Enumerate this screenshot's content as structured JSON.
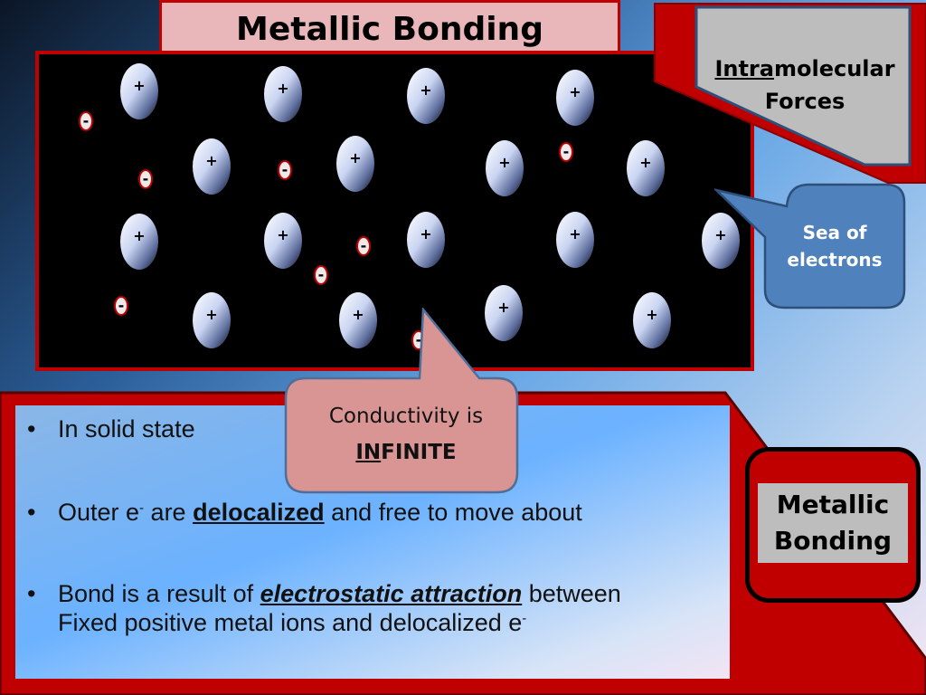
{
  "slide_title": "Metallic Bonding",
  "lattice": {
    "cation_symbol": "+",
    "electron_symbol": "-"
  },
  "tag": {
    "line1_underlined": "Intra",
    "line1_rest": "molecular",
    "line2": "Forces"
  },
  "sea_callout": {
    "line1": "Sea of",
    "line2": "electrons"
  },
  "conductivity_callout": {
    "line1": "Conductivity is",
    "word_underlined": "IN",
    "word_rest": "FINITE"
  },
  "bullets": {
    "b1": "In solid state",
    "b2_pre": "Outer e",
    "b2_sup": "-",
    "b2_mid": " are ",
    "b2_em": "delocalized",
    "b2_post": " and free to move about",
    "b3_pre": "Bond is a result of ",
    "b3_em": "electrostatic attraction",
    "b3_post": " between",
    "b3_line2": "Fixed positive metal ions and delocalized e",
    "b3_sup": "-"
  },
  "side_label": {
    "line1": "Metallic",
    "line2": "Bonding"
  },
  "colors": {
    "red": "#c00000",
    "title_fill": "#e9b6b9",
    "callout_blue": "#4f81bd",
    "callout_pink": "#d99594",
    "tag_grey": "#bdbdbd"
  }
}
